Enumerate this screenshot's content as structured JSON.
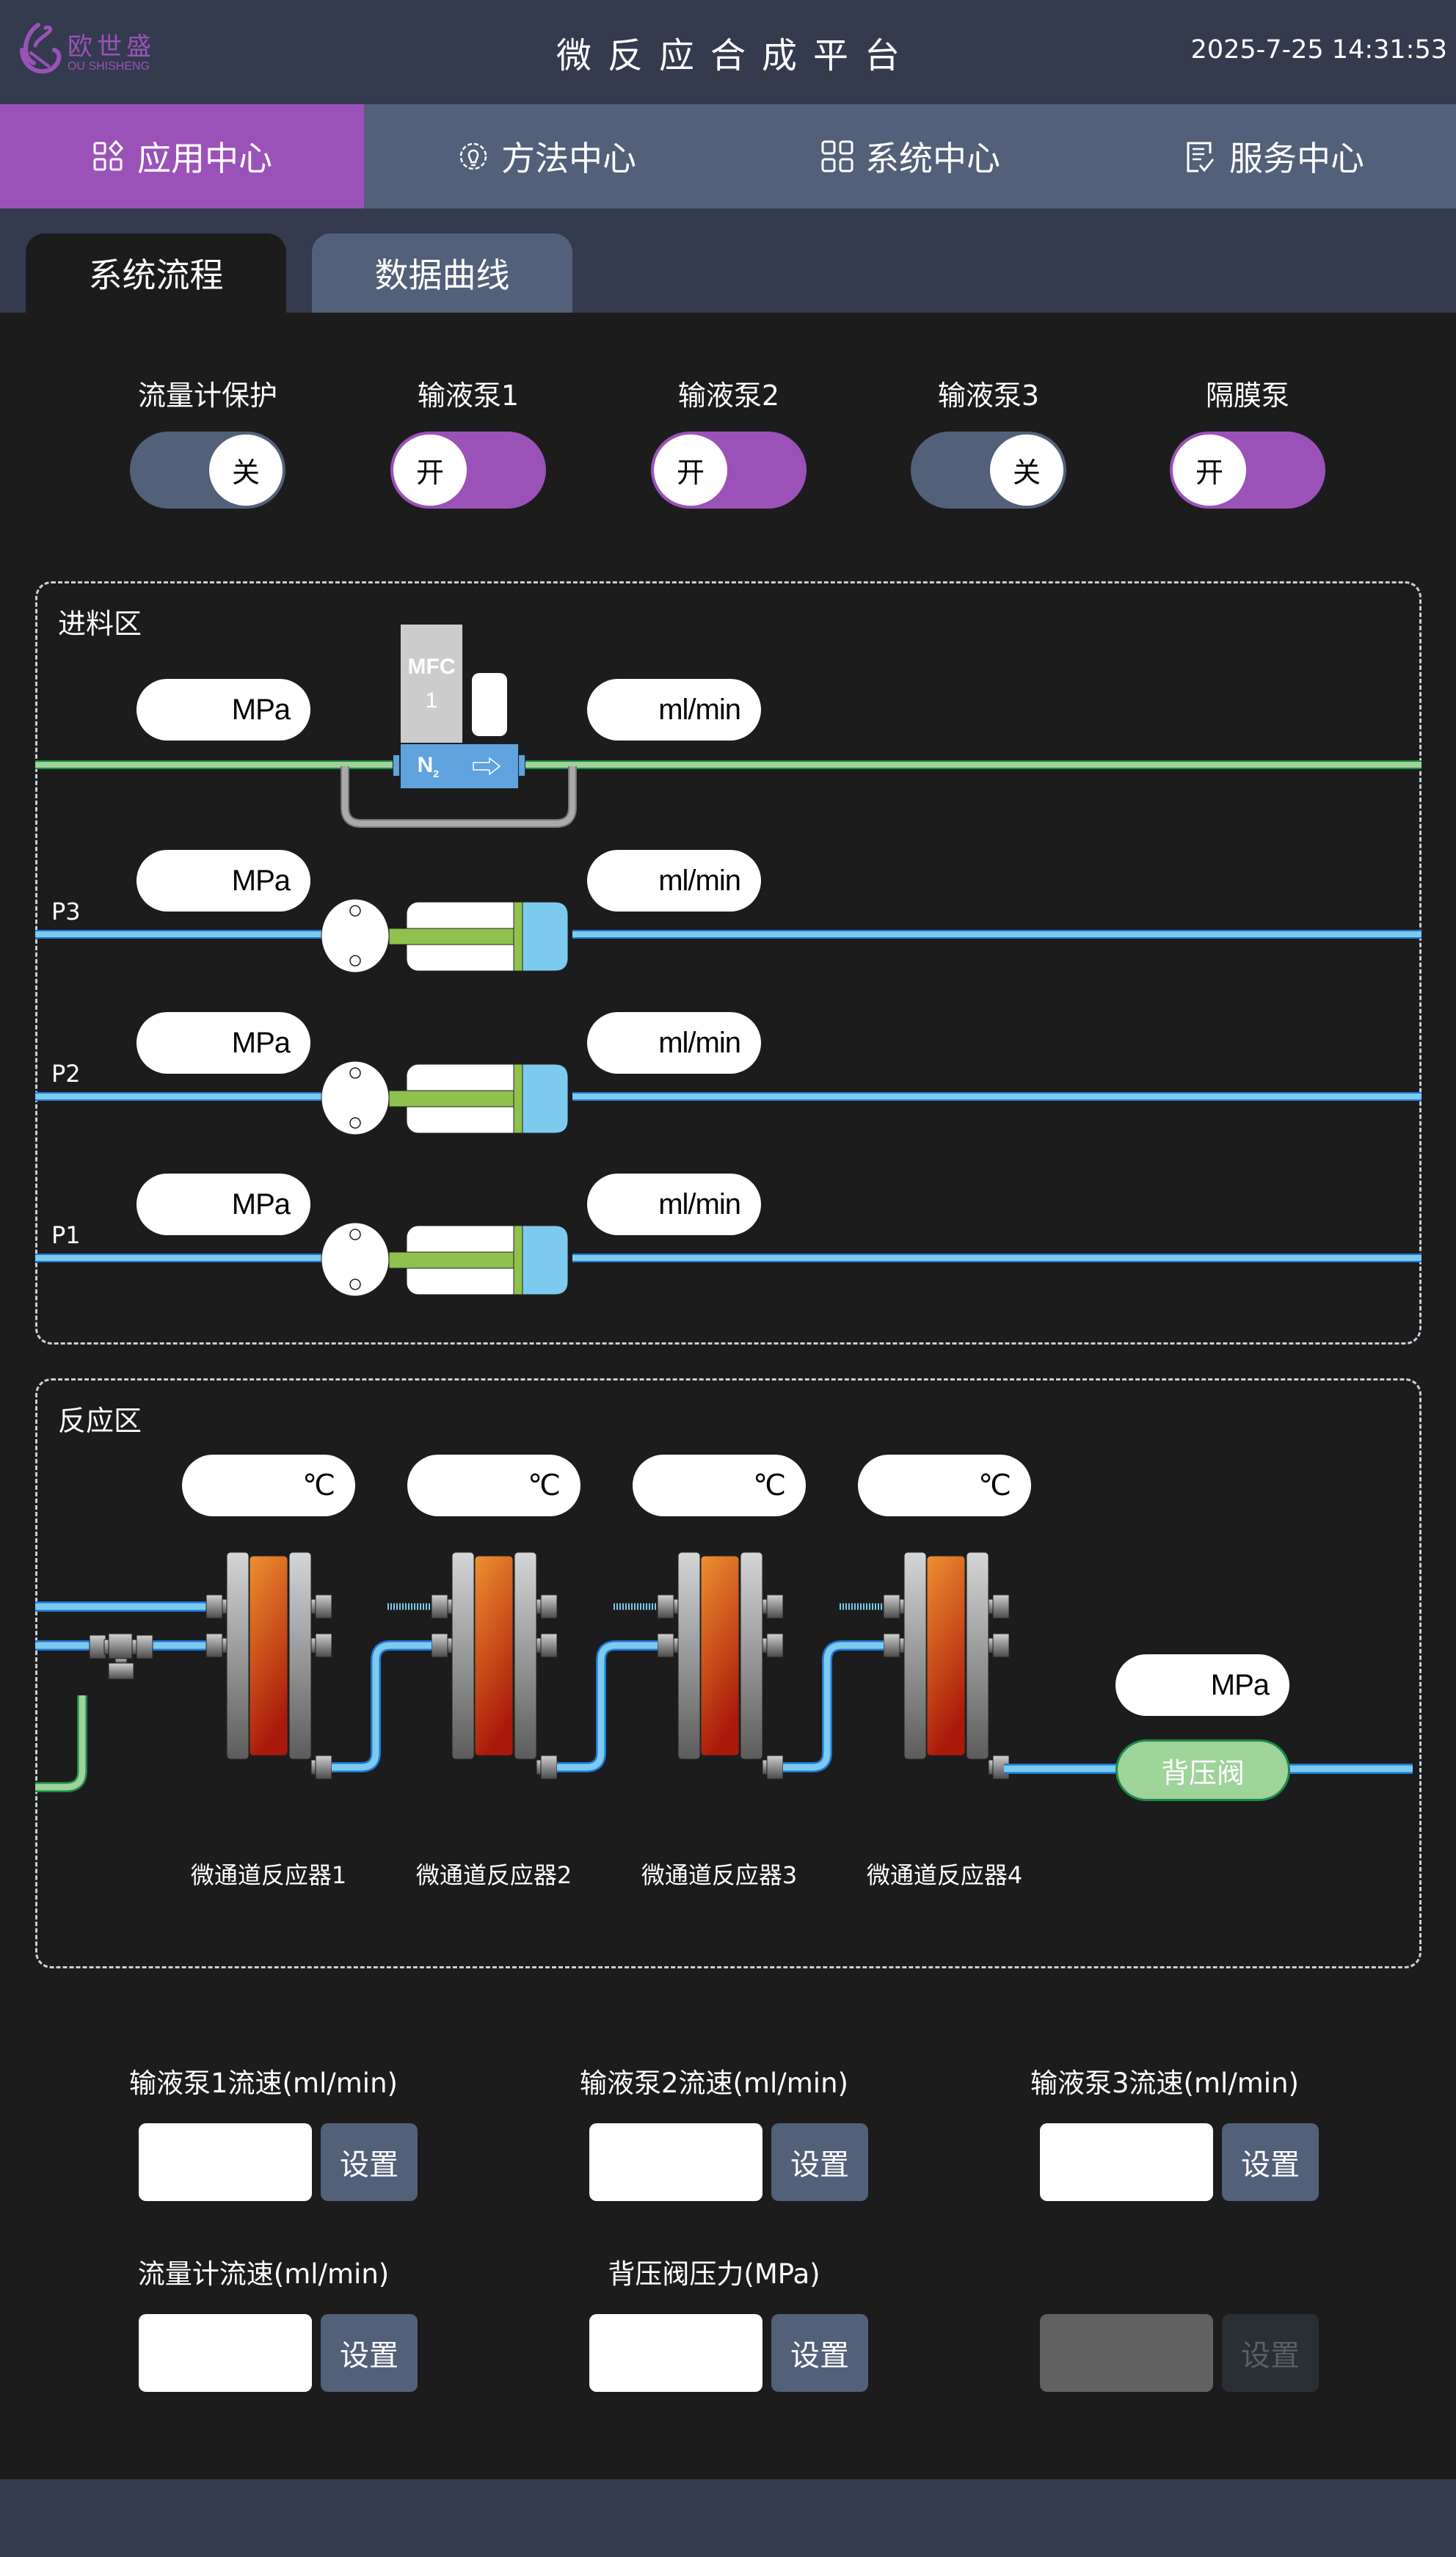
{
  "header": {
    "logo_cn": "欧世盛",
    "logo_en": "OU SHISHENG",
    "title": "微反应合成平台",
    "datetime": "2025-7-25 14:31:53"
  },
  "nav": {
    "items": [
      {
        "label": "应用中心",
        "icon": "apps-icon",
        "active": true
      },
      {
        "label": "方法中心",
        "icon": "gear-bulb-icon",
        "active": false
      },
      {
        "label": "系统中心",
        "icon": "grid-icon",
        "active": false
      },
      {
        "label": "服务中心",
        "icon": "checklist-icon",
        "active": false
      }
    ]
  },
  "tabs": [
    {
      "label": "系统流程",
      "active": true
    },
    {
      "label": "数据曲线",
      "active": false
    }
  ],
  "switches": [
    {
      "label": "流量计保护",
      "state": "关",
      "on": false
    },
    {
      "label": "输液泵1",
      "state": "开",
      "on": true
    },
    {
      "label": "输液泵2",
      "state": "开",
      "on": true
    },
    {
      "label": "输液泵3",
      "state": "关",
      "on": false
    },
    {
      "label": "隔膜泵",
      "state": "开",
      "on": true
    }
  ],
  "feed_zone": {
    "title": "进料区",
    "mfc": {
      "label": "MFC",
      "number": "1",
      "gas": "N",
      "gas_sub": "2"
    },
    "lines": [
      {
        "name": "",
        "pressure_value": "",
        "pressure_unit": "MPa",
        "flow_value": "",
        "flow_unit": "ml/min"
      },
      {
        "name": "P3",
        "pressure_value": "",
        "pressure_unit": "MPa",
        "flow_value": "",
        "flow_unit": "ml/min"
      },
      {
        "name": "P2",
        "pressure_value": "",
        "pressure_unit": "MPa",
        "flow_value": "",
        "flow_unit": "ml/min"
      },
      {
        "name": "P1",
        "pressure_value": "",
        "pressure_unit": "MPa",
        "flow_value": "",
        "flow_unit": "ml/min"
      }
    ]
  },
  "reaction_zone": {
    "title": "反应区",
    "reactors": [
      {
        "label": "微通道反应器1",
        "temp_value": "",
        "temp_unit": "℃"
      },
      {
        "label": "微通道反应器2",
        "temp_value": "",
        "temp_unit": "℃"
      },
      {
        "label": "微通道反应器3",
        "temp_value": "",
        "temp_unit": "℃"
      },
      {
        "label": "微通道反应器4",
        "temp_value": "",
        "temp_unit": "℃"
      }
    ],
    "back_pressure": {
      "label": "背压阀",
      "value": "",
      "unit": "MPa"
    }
  },
  "settings": [
    {
      "label": "输液泵1流速(ml/min)",
      "value": "",
      "button": "设置",
      "disabled": false
    },
    {
      "label": "输液泵2流速(ml/min)",
      "value": "",
      "button": "设置",
      "disabled": false
    },
    {
      "label": "输液泵3流速(ml/min)",
      "value": "",
      "button": "设置",
      "disabled": false
    },
    {
      "label": "流量计流速(ml/min)",
      "value": "",
      "button": "设置",
      "disabled": false
    },
    {
      "label": "背压阀压力(MPa)",
      "value": "",
      "button": "设置",
      "disabled": false
    },
    {
      "label": "",
      "value": "",
      "button": "设置",
      "disabled": true
    }
  ],
  "colors": {
    "accent": "#9b52b8",
    "nav": "#526079",
    "header": "#343b4f",
    "background": "#1c1c1c",
    "pipe_blue": "#7ccbef",
    "pipe_green": "#9ed39a"
  }
}
